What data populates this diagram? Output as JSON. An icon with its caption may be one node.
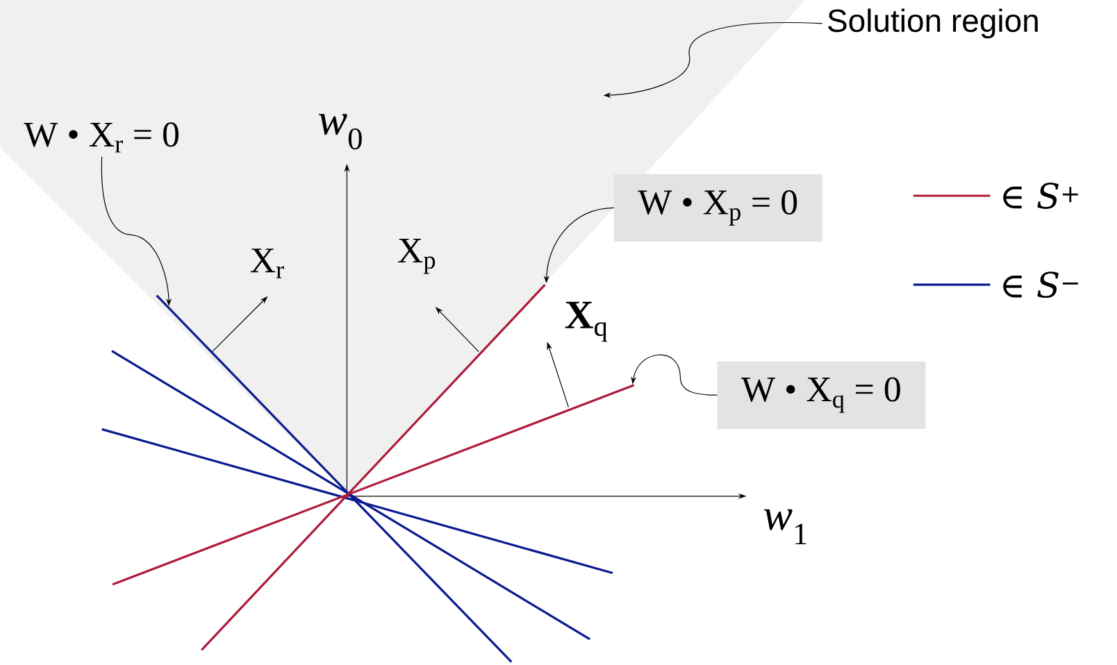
{
  "diagram": {
    "nodes": [
      {
        "text": [
          "Solution region"
        ]
      },
      {
        "text": [
          "W • X$_{r}$ = 0"
        ]
      },
      {
        "text": [
          "W • X$_{p}$ = 0"
        ]
      },
      {
        "text": [
          "W • X$_{q}$ = 0"
        ]
      }
    ],
    "edges": [
      {
        "from": 0,
        "to": null,
        "arrow": "to"
      },
      {
        "from": 1,
        "to": null,
        "arrow": "to"
      },
      {
        "from": 2,
        "to": null,
        "arrow": "to"
      },
      {
        "from": 3,
        "to": null,
        "arrow": "to"
      }
    ],
    "labels": [
      "*w*$_{0}$",
      "X$_{r}$",
      "X$_{p}$",
      "**X**$_{q}$",
      "*w*$_{1}$"
    ],
    "legend": [
      {
        "text": "∈ *S*$^{+}$"
      },
      {
        "text": "∈ *S*$^{−}$"
      }
    ]
  }
}
